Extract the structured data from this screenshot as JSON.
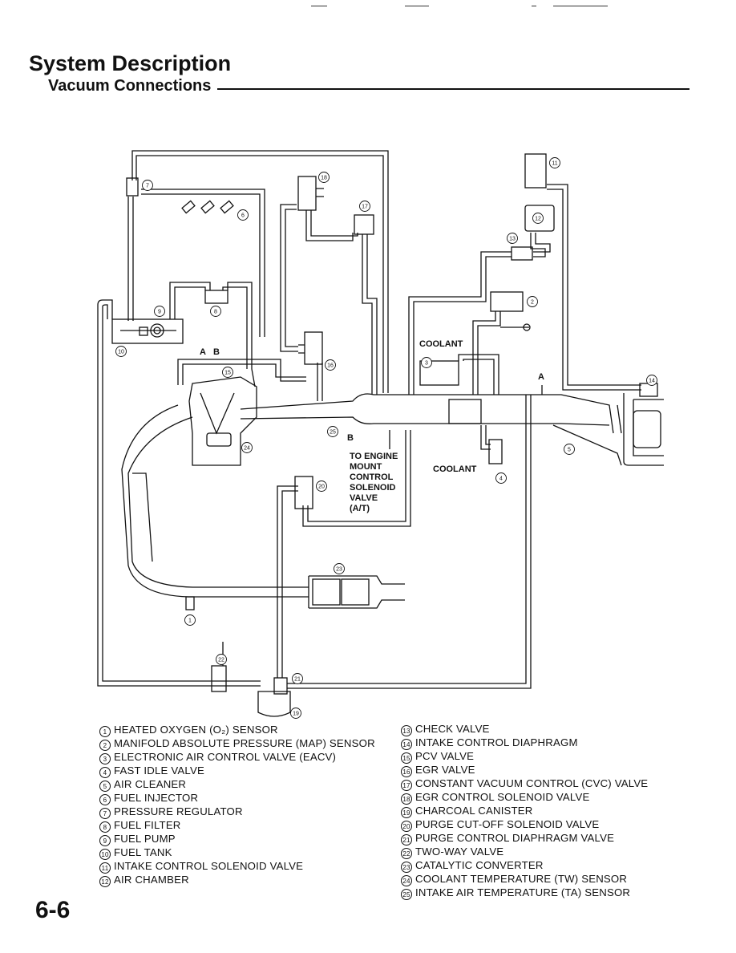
{
  "header": {
    "title": "System Description",
    "subtitle": "Vacuum Connections"
  },
  "diagram": {
    "callouts": [
      "1",
      "2",
      "3",
      "4",
      "5",
      "6",
      "7",
      "8",
      "9",
      "10",
      "11",
      "12",
      "13",
      "14",
      "15",
      "16",
      "17",
      "18",
      "19",
      "20",
      "21",
      "22",
      "23",
      "24",
      "25"
    ],
    "labels": {
      "coolant_top": "COOLANT",
      "coolant_bottom": "COOLANT",
      "port_a_left": "A",
      "port_b_left": "B",
      "port_a_right": "A",
      "port_b_right": "B",
      "engine_mount_lines": [
        "TO ENGINE",
        "MOUNT",
        "CONTROL",
        "SOLENOID",
        "VALVE",
        "(A/T)"
      ]
    }
  },
  "legend": {
    "left": [
      {
        "num": "1",
        "text": "HEATED OXYGEN (O₂) SENSOR"
      },
      {
        "num": "2",
        "text": "MANIFOLD ABSOLUTE PRESSURE (MAP) SENSOR"
      },
      {
        "num": "3",
        "text": "ELECTRONIC AIR CONTROL VALVE (EACV)"
      },
      {
        "num": "4",
        "text": "FAST IDLE VALVE"
      },
      {
        "num": "5",
        "text": "AIR CLEANER"
      },
      {
        "num": "6",
        "text": "FUEL INJECTOR"
      },
      {
        "num": "7",
        "text": "PRESSURE REGULATOR"
      },
      {
        "num": "8",
        "text": "FUEL FILTER"
      },
      {
        "num": "9",
        "text": "FUEL PUMP"
      },
      {
        "num": "10",
        "text": "FUEL TANK"
      },
      {
        "num": "11",
        "text": "INTAKE CONTROL SOLENOID VALVE"
      },
      {
        "num": "12",
        "text": "AIR CHAMBER"
      }
    ],
    "right": [
      {
        "num": "13",
        "text": "CHECK VALVE"
      },
      {
        "num": "14",
        "text": "INTAKE CONTROL DIAPHRAGM"
      },
      {
        "num": "15",
        "text": "PCV VALVE"
      },
      {
        "num": "16",
        "text": "EGR VALVE"
      },
      {
        "num": "17",
        "text": "CONSTANT VACUUM CONTROL (CVC) VALVE"
      },
      {
        "num": "18",
        "text": "EGR CONTROL SOLENOID VALVE"
      },
      {
        "num": "19",
        "text": "CHARCOAL CANISTER"
      },
      {
        "num": "20",
        "text": "PURGE CUT-OFF SOLENOID VALVE"
      },
      {
        "num": "21",
        "text": "PURGE CONTROL DIAPHRAGM VALVE"
      },
      {
        "num": "22",
        "text": "TWO-WAY VALVE"
      },
      {
        "num": "23",
        "text": "CATALYTIC CONVERTER"
      },
      {
        "num": "24",
        "text": "COOLANT TEMPERATURE (TW) SENSOR"
      },
      {
        "num": "25",
        "text": "INTAKE AIR TEMPERATURE (TA) SENSOR"
      }
    ]
  },
  "footer": {
    "page_number": "6-6"
  }
}
